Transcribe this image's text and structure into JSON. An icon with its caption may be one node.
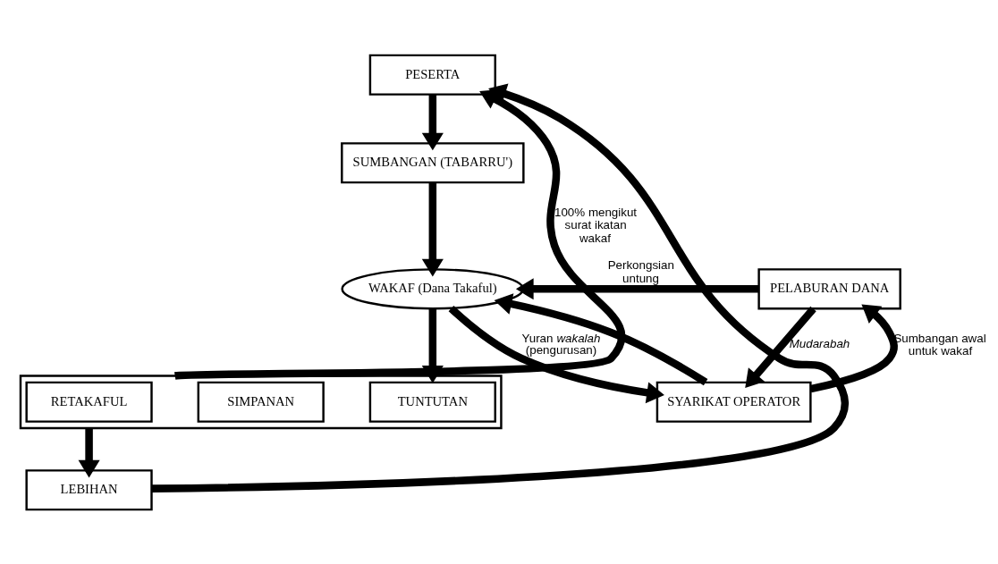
{
  "diagram": {
    "nodes": [
      {
        "text": [
          "PESERTA"
        ]
      },
      {
        "text": [
          "SUMBANGAN (TABARRU')"
        ]
      },
      {
        "text": [
          "WAKAF (Dana Takaful)"
        ]
      },
      {
        "text": [
          "PELABURAN DANA"
        ]
      },
      {
        "text": [],
        "shape": "box"
      },
      {
        "text": [
          "TUNTUTAN"
        ],
        "in": 4
      },
      {
        "text": [
          "SIMPANAN"
        ],
        "in": 4
      },
      {
        "text": [
          "RETAKAFUL"
        ],
        "in": 4
      },
      {
        "text": [
          "LEBIHAN"
        ]
      },
      {
        "text": [
          "SYARIKAT OPERATOR"
        ]
      }
    ],
    "edges": [
      {
        "from": 0,
        "to": 1,
        "arrow": "to"
      },
      {
        "from": 1,
        "to": 2,
        "arrow": "to"
      },
      {
        "from": 3,
        "to": 2,
        "arrow": "to",
        "label": "Perkongsian untung"
      },
      {
        "from": 2,
        "to": 4,
        "arrow": "to"
      },
      {
        "from": 4,
        "to": 8,
        "arrow": "to"
      },
      {
        "from": 8,
        "to": 0,
        "arrow": "to"
      },
      {
        "from": 4,
        "to": 0,
        "arrow": "to",
        "label": "100% mengikut surat ikatan wakaf"
      },
      {
        "from": 9,
        "to": 2,
        "arrow": "to"
      },
      {
        "from": 2,
        "to": 9,
        "arrow": "to",
        "label": "Yuran *wakalah* (pengurusan)"
      },
      {
        "from": 9,
        "to": 3,
        "arrow": "to",
        "label": "Sumbangan awal untuk wakaf"
      },
      {
        "from": 3,
        "to": 9,
        "arrow": "to",
        "label": "Mudarabah"
      }
    ]
  }
}
